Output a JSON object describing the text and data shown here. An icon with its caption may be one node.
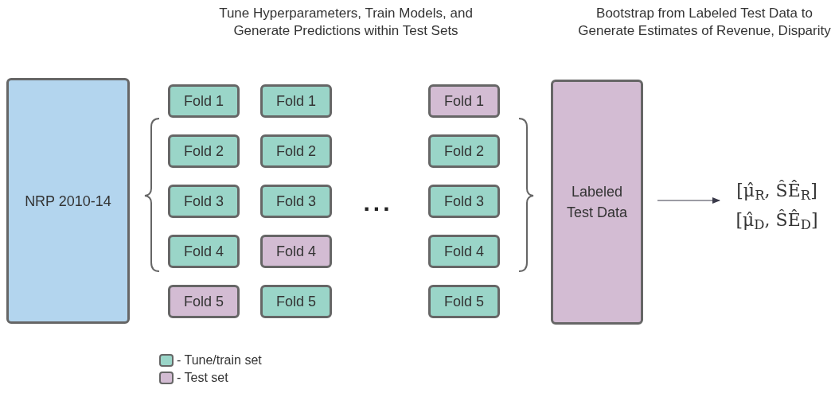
{
  "diagram": {
    "nodes": [
      {
        "text": [
          "NRP 2010-14"
        ]
      },
      {
        "text": [
          "Fold 1"
        ]
      },
      {
        "text": [
          "Fold 2"
        ]
      },
      {
        "text": [
          "Fold 3"
        ]
      },
      {
        "text": [
          "Fold 4"
        ]
      },
      {
        "text": [
          "Fold 5"
        ]
      },
      {
        "text": [
          "Fold 1"
        ]
      },
      {
        "text": [
          "Fold 2"
        ]
      },
      {
        "text": [
          "Fold 3"
        ]
      },
      {
        "text": [
          "Fold 4"
        ]
      },
      {
        "text": [
          "Fold 5"
        ]
      },
      {
        "text": [
          "Fold 1"
        ]
      },
      {
        "text": [
          "Fold 2"
        ]
      },
      {
        "text": [
          "Fold 3"
        ]
      },
      {
        "text": [
          "Fold 4"
        ]
      },
      {
        "text": [
          "Fold 5"
        ]
      },
      {
        "text": [
          "Labeled Test Data"
        ]
      },
      {
        "text": [
          "[μ̂$_{R}$, ŜÊ$_{R}$]",
          "[μ̂$_{D}$, ŜÊ$_{D}$]"
        ]
      }
    ],
    "edges": [
      {
        "from": 16,
        "to": 17,
        "arrow": "to"
      }
    ],
    "labels": [
      "Tune Hyperparameters, Train Models, and Generate Predictions within Test Sets",
      "Bootstrap from Labeled Test Data to Generate Estimates of Revenue, Disparity",
      "..."
    ],
    "legend": [
      {
        "text": "- Tune/train set",
        "color": "#9ad5c8"
      },
      {
        "text": "- Test set",
        "color": "#d3bcd3"
      }
    ]
  }
}
